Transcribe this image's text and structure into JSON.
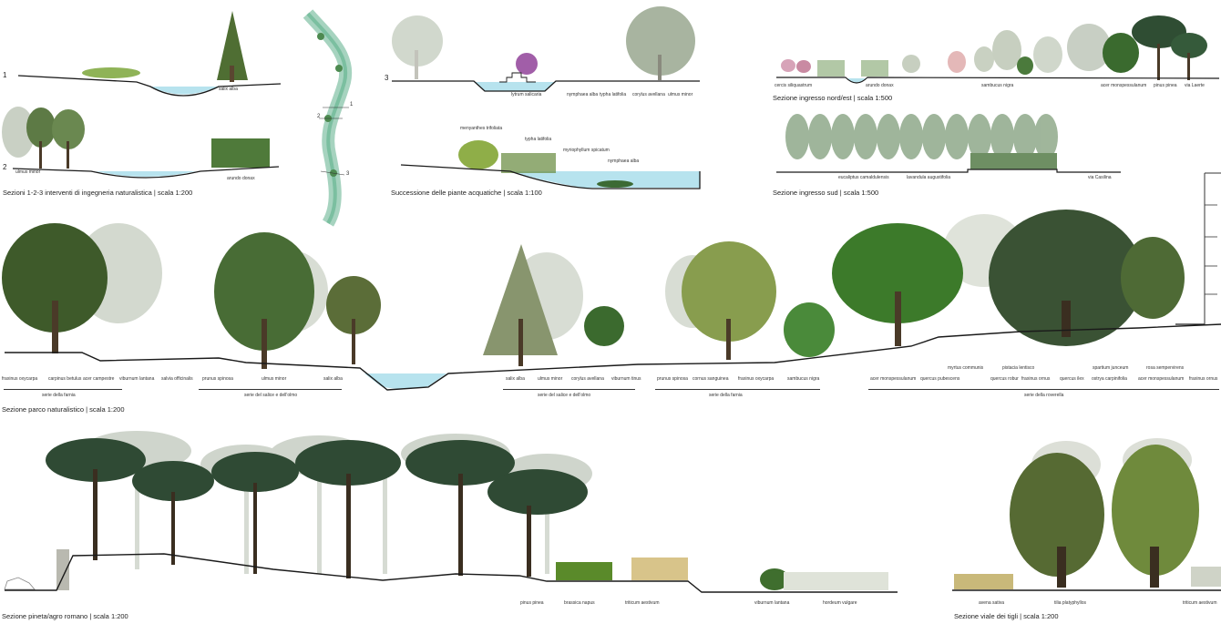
{
  "colors": {
    "water": "#b7e3ee",
    "ground": "#1a1a1a",
    "tree_dark": "#3f5a2c",
    "tree_mid": "#6f8f4a",
    "tree_light": "#a9b8a0",
    "tree_ghost": "#cfd6cc",
    "pine": "#2f4a34"
  },
  "sec123": {
    "numbers": [
      "1",
      "2",
      "3"
    ],
    "labels": [
      "salix alba",
      "ulmus minor",
      "arundo donax",
      "lytrum salicaria",
      "nymphaea alba",
      "typha latifolia",
      "corylus avellana",
      "ulmus minor"
    ],
    "caption": "Sezioni 1-2-3 interventi di ingegneria naturalistica | scala 1:200"
  },
  "map": {
    "markers": [
      "1",
      "2",
      "3"
    ]
  },
  "aquatic": {
    "labels": [
      "menyanthes trifoliata",
      "typha latifolia",
      "myriophyllum spicatum",
      "nymphaea alba"
    ],
    "caption": "Successione delle piante acquatiche | scala 1:100"
  },
  "north_east": {
    "labels": [
      "cercis siliquastrum",
      "arundo donax",
      "sambucus nigra",
      "acer monspessulanum",
      "pinus pinea",
      "via Laerte"
    ],
    "caption": "Sezione ingresso nord/est | scala 1:500"
  },
  "south": {
    "labels": [
      "eucaliptus camaldulensis",
      "lavandula augustifolia",
      "via Casilina"
    ],
    "caption": "Sezione ingresso sud | scala 1:500"
  },
  "parco": {
    "labels": [
      "fraxinus oxycarpa",
      "carpinus betulus",
      "acer campestre",
      "viburnum lantana",
      "salvia officinalis",
      "prunus spinosa",
      "ulmus minor",
      "salix alba",
      "salix alba",
      "ulmus minor",
      "corylus avellana",
      "viburnum tinus",
      "prunus spinosa",
      "cornus sanguinea",
      "fraxinus oxycarpa",
      "sambucus nigra",
      "myrtus communis",
      "pistacia lentisco",
      "spartium junceum",
      "rosa sempervirens",
      "acer monspessulanum",
      "quercus pubescens",
      "quercus robur",
      "fraxinus ornus",
      "quercus ilex",
      "ostrya carpinifolia",
      "acer monspessulanum",
      "fraxinus ornus"
    ],
    "series": [
      "serie della farnia",
      "serie del salice e dell'olmo",
      "serie del salice e dell'olmo",
      "serie della farnia",
      "serie della roverella"
    ],
    "caption": "Sezione parco naturalistico | scala 1:200"
  },
  "pineta": {
    "labels": [
      "pinus pinea",
      "brassica napus",
      "triticum aestivum",
      "viburnum lantana",
      "hordeum vulgare"
    ],
    "caption": "Sezione pineta/agro romano | scala 1:200"
  },
  "viale": {
    "labels": [
      "avena sativa",
      "tilia platyphyllos",
      "triticum aestivum"
    ],
    "caption": "Sezione viale dei tigli | scala 1:200"
  }
}
